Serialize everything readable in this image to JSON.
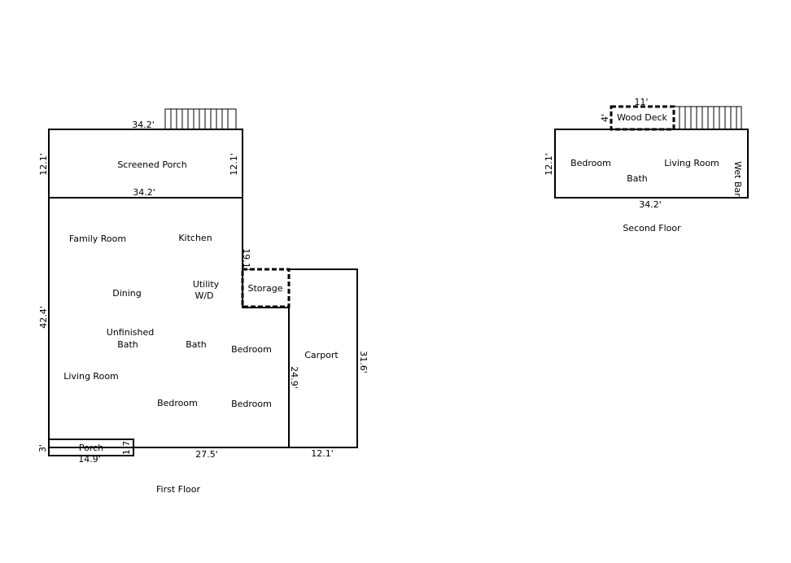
{
  "first_floor": {
    "title": "First Floor",
    "rooms": {
      "screened_porch": "Screened Porch",
      "family_room": "Family Room",
      "kitchen": "Kitchen",
      "dining": "Dining",
      "utility_1": "Utility",
      "utility_2": "W/D",
      "storage": "Storage",
      "unfinished_1": "Unfinished",
      "unfinished_2": "Bath",
      "bath": "Bath",
      "bedroom_right_top": "Bedroom",
      "carport": "Carport",
      "living_room": "Living Room",
      "bedroom_center": "Bedroom",
      "bedroom_right_bottom": "Bedroom",
      "porch": "Porch"
    },
    "dimensions": {
      "porch_top": "34.2'",
      "porch_left": "12.1'",
      "porch_right": "12.1'",
      "porch_bottom": "34.2'",
      "main_left": "42.4'",
      "storage_side": "19.1'",
      "inner_wall": "24.9'",
      "carport_side": "31.6'",
      "bottom_mid": "27.5'",
      "carport_bottom": "12.1'",
      "front_porch_left": "3'",
      "front_porch_right": "1.7'",
      "front_porch_bottom": "14.9'"
    }
  },
  "second_floor": {
    "title": "Second Floor",
    "rooms": {
      "wood_deck": "Wood Deck",
      "bedroom": "Bedroom",
      "living_room": "Living Room",
      "bath": "Bath",
      "wet_bar": "Wet Bar"
    },
    "dimensions": {
      "deck_top": "11'",
      "deck_side": "4'",
      "left": "12.1'",
      "bottom": "34.2'"
    }
  },
  "colors": {
    "lines": "#000000",
    "background": "#ffffff"
  }
}
